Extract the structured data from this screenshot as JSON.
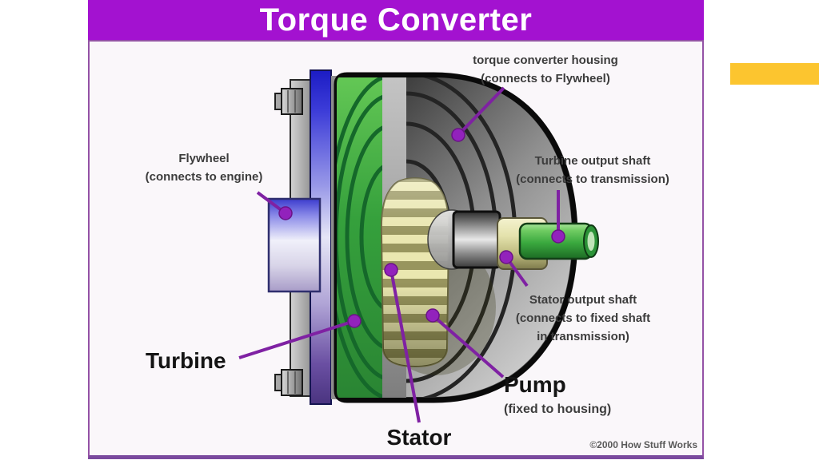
{
  "banner": {
    "title": "Torque Converter",
    "background": "#A312D0",
    "text_color": "#FFFFFF"
  },
  "slide": {
    "accent_bar_color": "#FCC52F",
    "background": "#FFFFFF"
  },
  "diagram": {
    "border_color": "#9452A6",
    "callout_color": "#7F21A3",
    "copyright": "©2000 How Stuff Works",
    "labels": {
      "housing": {
        "line1": "torque converter housing",
        "line2": "(connects to Flywheel)"
      },
      "flywheel": {
        "line1": "Flywheel",
        "line2": "(connects to engine)"
      },
      "turbine_output_shaft": {
        "line1": "Turbine output shaft",
        "line2": "(connects to transmission)"
      },
      "stator_output_shaft": {
        "line1": "Stator output shaft",
        "line2": "(connects to fixed shaft",
        "line3": "in transmission)"
      },
      "turbine": {
        "name": "Turbine"
      },
      "pump": {
        "name": "Pump",
        "sub": "(fixed to housing)"
      },
      "stator": {
        "name": "Stator"
      }
    },
    "part_colors": {
      "turbine_green": "#35A03C",
      "pump_gray": "#8F8F8F",
      "stator_khaki": "#EAE7B0",
      "flywheel_blue": "#2020C8",
      "turbine_shaft_green": "#3AA83E",
      "stator_shaft_yellow": "#E4E2AC"
    }
  }
}
